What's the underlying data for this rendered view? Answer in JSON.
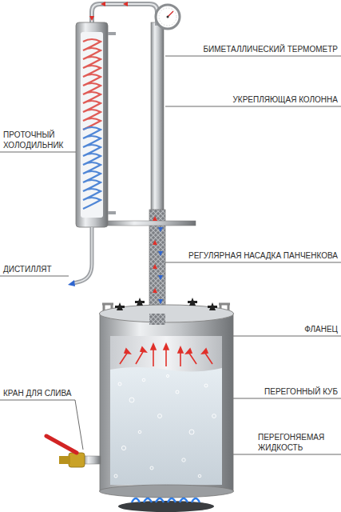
{
  "diagram": {
    "labels": [
      "БИМЕТАЛЛИЧЕСКИЙ ТЕРМОМЕТР",
      "УКРЕПЛЯЮЩАЯ КОЛОННА",
      "ПРОТОЧНЫЙ ХОЛОДИЛЬНИК",
      "ДИСТИЛЛЯТ",
      "РЕГУЛЯРНАЯ НАСАДКА ПАНЧЕНКОВА",
      "ФЛАНЕЦ",
      "КРАН ДЛЯ СЛИВА",
      "ПЕРЕГОННЫЙ КУБ",
      "ПЕРЕГОНЯЕМАЯ ЖИДКОСТЬ"
    ]
  }
}
